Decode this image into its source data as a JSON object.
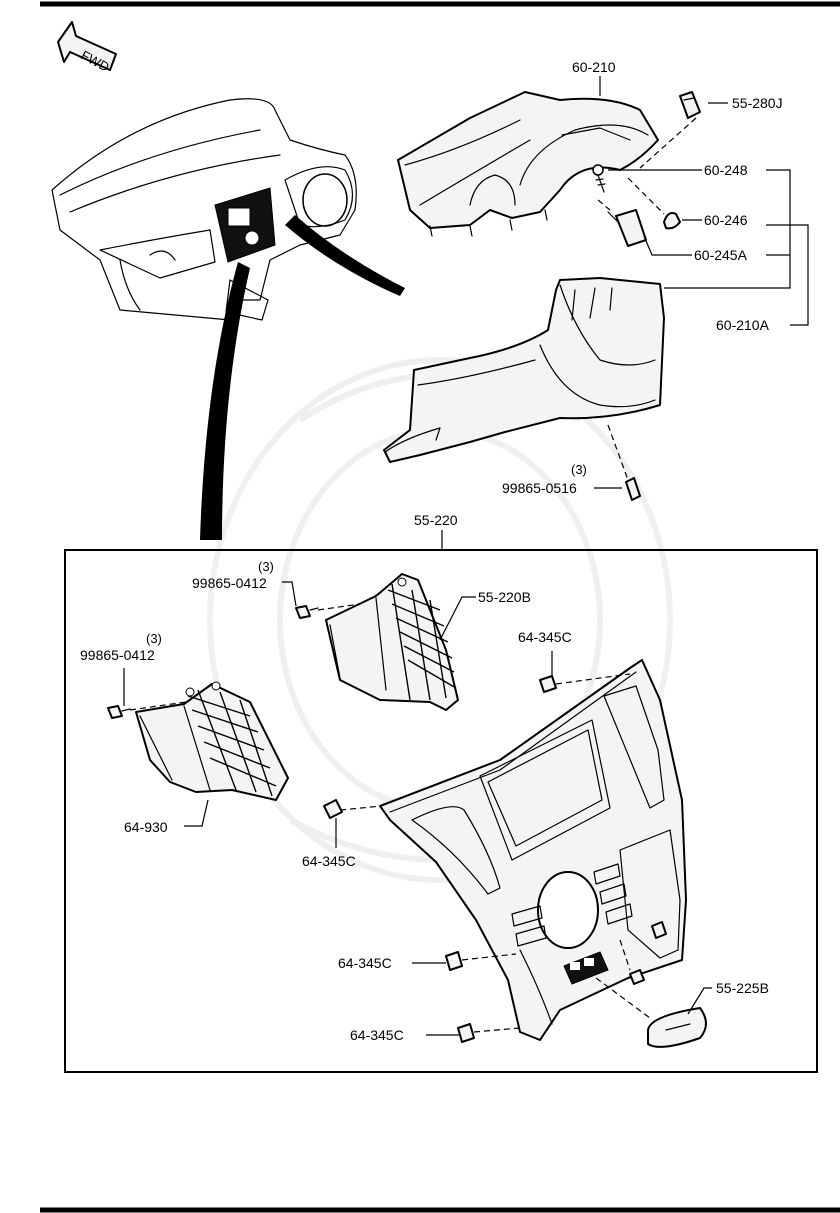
{
  "orientation": {
    "arrow_label": "FWD"
  },
  "callouts": {
    "p60_210": "60-210",
    "p55_280j": "55-280J",
    "p60_248": "60-248",
    "p60_246": "60-246",
    "p60_245a": "60-245A",
    "p60_210a": "60-210A",
    "p99865_0516_qty": "(3)",
    "p99865_0516": "99865-0516",
    "p55_220": "55-220",
    "p99865_0412_a_qty": "(3)",
    "p99865_0412_a": "99865-0412",
    "p55_220b": "55-220B",
    "p99865_0412_b_qty": "(3)",
    "p99865_0412_b": "99865-0412",
    "p64_345c_1": "64-345C",
    "p64_930": "64-930",
    "p64_345c_2": "64-345C",
    "p64_345c_3": "64-345C",
    "p64_345c_4": "64-345C",
    "p55_225b": "55-225B"
  }
}
